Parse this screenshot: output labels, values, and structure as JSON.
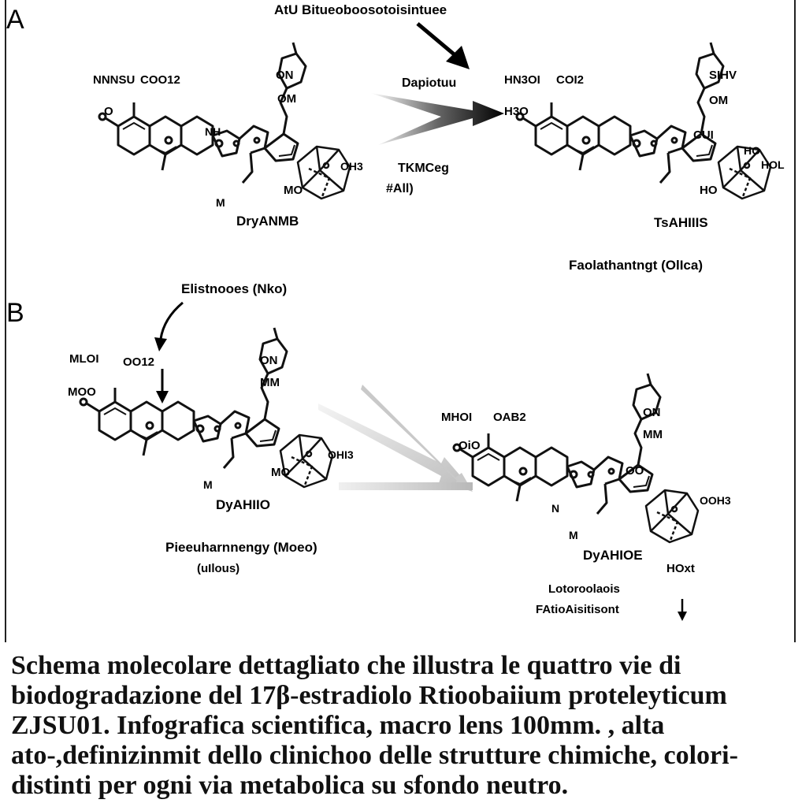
{
  "panels": {
    "a": {
      "letter": "A",
      "top_label": "AtU Bitueoboosotoisintuee",
      "reagent_label": "Dapiotuu",
      "side_label_1": "TKMCeg",
      "side_label_2": "#All)",
      "left_molecule": {
        "label_1": "NNNSU",
        "label_2": "COO12",
        "label_3": "O",
        "label_4": "ON",
        "label_5": "OM",
        "label_6": "NH",
        "label_7": "MO",
        "label_8": "M",
        "label_9": "OH3",
        "name": "DryANMB"
      },
      "right_molecule": {
        "label_1": "HN3OI",
        "label_2": "COI2",
        "label_3": "H3O",
        "label_4": "SIHV",
        "label_5": "OM",
        "label_6": "CUI",
        "label_7": "HO",
        "label_8": "HO",
        "label_9": "HOL",
        "name": "TsAHIIIS"
      },
      "product_label": "Faolathantngt (OlIca)"
    },
    "b": {
      "letter": "B",
      "top_label": "Elistnooes (Nko)",
      "left_molecule": {
        "label_1": "MLOI",
        "label_2": "OO12",
        "label_3": "MOO",
        "label_4": "ON",
        "label_5": "MM",
        "label_6": "MO",
        "label_7": "M",
        "label_8": "OHI3",
        "name": "DyAHIIO"
      },
      "right_molecule": {
        "label_1": "MHOI",
        "label_2": "OAB2",
        "label_3": "OiO",
        "label_4": "ON",
        "label_5": "MM",
        "label_6": "OO",
        "label_7": "M",
        "label_8": "N",
        "label_9": "OOH3",
        "name": "DyAHIOE"
      },
      "left_caption_1": "Pieeuharnnengy (Moeo)",
      "left_caption_2": "(uIlous)",
      "right_caption_1": "Lotoroolaois",
      "right_caption_2": "FAtioAisitisont",
      "right_tag": "HOxt"
    }
  },
  "caption_lines": [
    "Schema molecolare dettagliato che illustra le quattro vie di",
    "biodogradazione del 17β-estradiolo Rtioobaiium proteleyticum",
    "ZJSU01.  Infografica scientifica, macro lens 100mm. , alta",
    "ato-,definizinmit dello clinichoo  delle  strutture  chimiche,  colori-",
    "distinti per ogni via metabolica su sfondo neutro."
  ]
}
